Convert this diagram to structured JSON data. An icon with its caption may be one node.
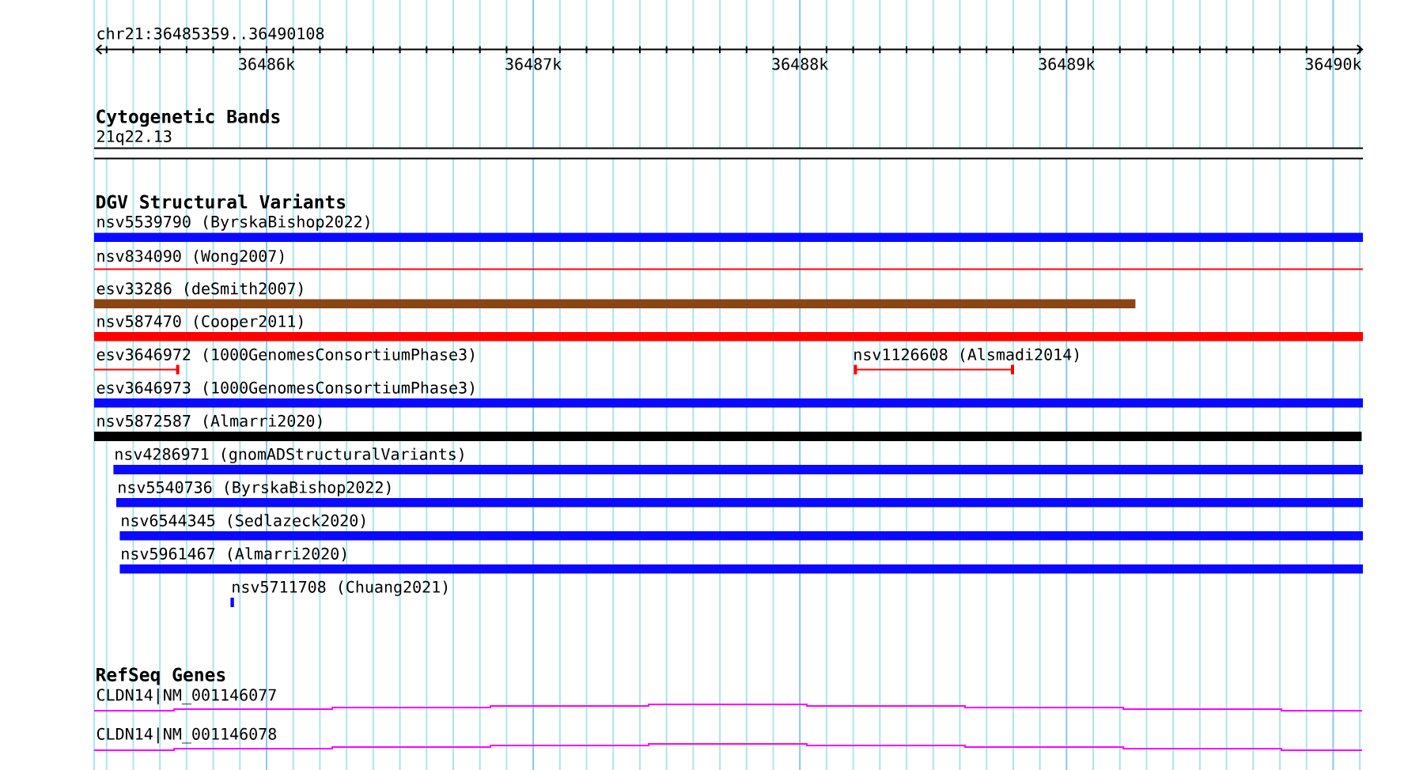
{
  "diagram": {
    "nodes": [
      {
        "text": [
          "21q22.13"
        ]
      },
      {
        "text": [
          "nsv5539790 (ByrskaBishop2022)"
        ]
      },
      {
        "text": [
          "nsv834090 (Wong2007)"
        ]
      },
      {
        "text": [
          "esv33286 (deSmith2007)"
        ]
      },
      {
        "text": [
          "nsv587470 (Cooper2011)"
        ]
      },
      {
        "text": [
          "esv3646972 (1000GenomesConsortiumPhase3)"
        ]
      },
      {
        "text": [
          "nsv1126608 (Alsmadi2014)"
        ]
      },
      {
        "text": [
          "esv3646973 (1000GenomesConsortiumPhase3)"
        ]
      },
      {
        "text": [
          "nsv5872587 (Almarri2020)"
        ]
      },
      {
        "text": [
          "nsv4286971 (gnomADStructuralVariants)"
        ]
      },
      {
        "text": [
          "nsv5540736 (ByrskaBishop2022)"
        ]
      },
      {
        "text": [
          "nsv6544345 (Sedlazeck2020)"
        ]
      },
      {
        "text": [
          "nsv5961467 (Almarri2020)"
        ]
      },
      {
        "text": [
          "nsv5711708 (Chuang2021)"
        ]
      },
      {
        "text": [
          "CLDN14|NM_001146077"
        ]
      },
      {
        "text": [
          "CLDN14|NM_001146078"
        ]
      }
    ],
    "labels": [
      "chr21:36485359..36490108",
      "36486k",
      "36487k",
      "36488k",
      "36489k",
      "36490k",
      "Cytogenetic Bands",
      "DGV Structural Variants",
      "RefSeq Genes"
    ]
  }
}
